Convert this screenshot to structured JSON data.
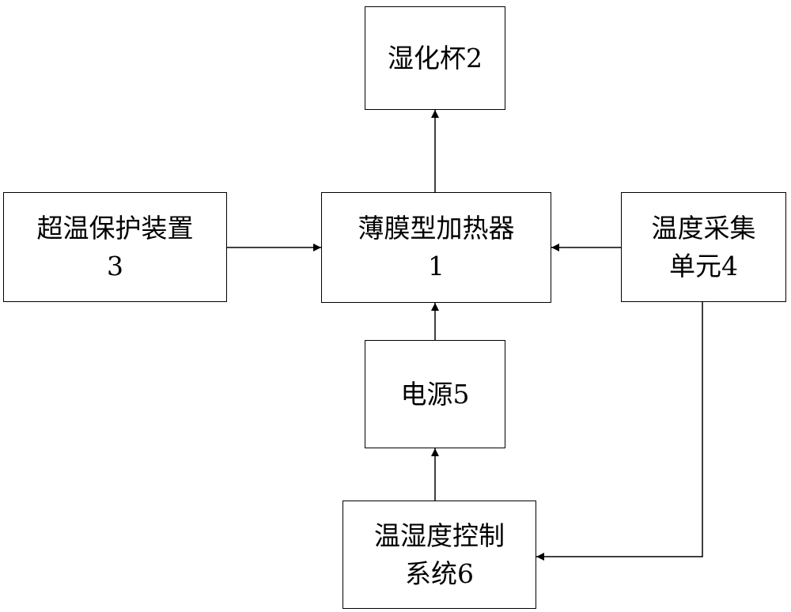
{
  "diagram": {
    "nodes": {
      "humidifier_cup": {
        "lines": [
          "湿化杯2"
        ]
      },
      "overtemp_protection": {
        "lines": [
          "超温保护装置",
          "3"
        ]
      },
      "film_heater": {
        "lines": [
          "薄膜型加热器",
          "1"
        ]
      },
      "temp_acquisition": {
        "lines": [
          "温度采集",
          "单元4"
        ]
      },
      "power_supply": {
        "lines": [
          "电源5"
        ]
      },
      "control_system": {
        "lines": [
          "温湿度控制",
          "系统6"
        ]
      }
    },
    "edges": [
      {
        "from": "film_heater",
        "to": "humidifier_cup"
      },
      {
        "from": "overtemp_protection",
        "to": "film_heater"
      },
      {
        "from": "temp_acquisition",
        "to": "film_heater"
      },
      {
        "from": "power_supply",
        "to": "film_heater"
      },
      {
        "from": "control_system",
        "to": "power_supply"
      },
      {
        "from": "temp_acquisition",
        "to": "control_system"
      }
    ]
  }
}
